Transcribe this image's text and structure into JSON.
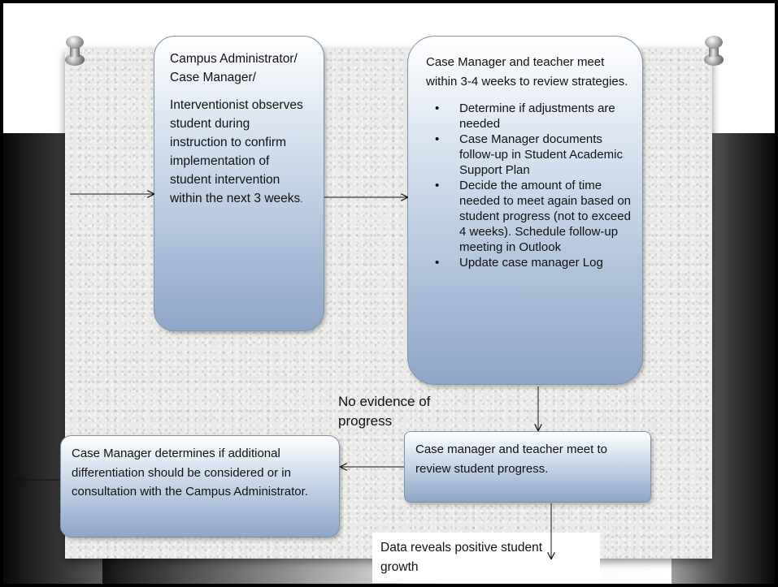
{
  "boxes": {
    "observe": {
      "title": "Campus Administrator/ Case Manager/",
      "body": "Interventionist observes student during instruction to confirm implementation of student intervention within the next 3 weeks",
      "body_end": "."
    },
    "review": {
      "intro": "Case Manager and teacher meet within 3-4 weeks to review strategies.",
      "bullets": [
        "Determine if adjustments are needed",
        "Case Manager documents follow-up in Student Academic  Support Plan",
        "Decide the amount of time needed to meet again based on student progress (not to exceed 4 weeks). Schedule follow-up meeting in Outlook",
        "Update case manager Log"
      ]
    },
    "progress_meeting": "Case manager and teacher meet to review student progress.",
    "differentiation": "Case Manager determines if additional differentiation should be considered or in consultation with the Campus Administrator."
  },
  "labels": {
    "no_evidence": "No evidence of progress",
    "positive_growth": "Data reveals positive student growth"
  },
  "colors": {
    "box_top": "#ffffff",
    "box_bottom": "#8ea6c8",
    "box_border": "#7f93ad",
    "paper": "#e9e9e7"
  }
}
